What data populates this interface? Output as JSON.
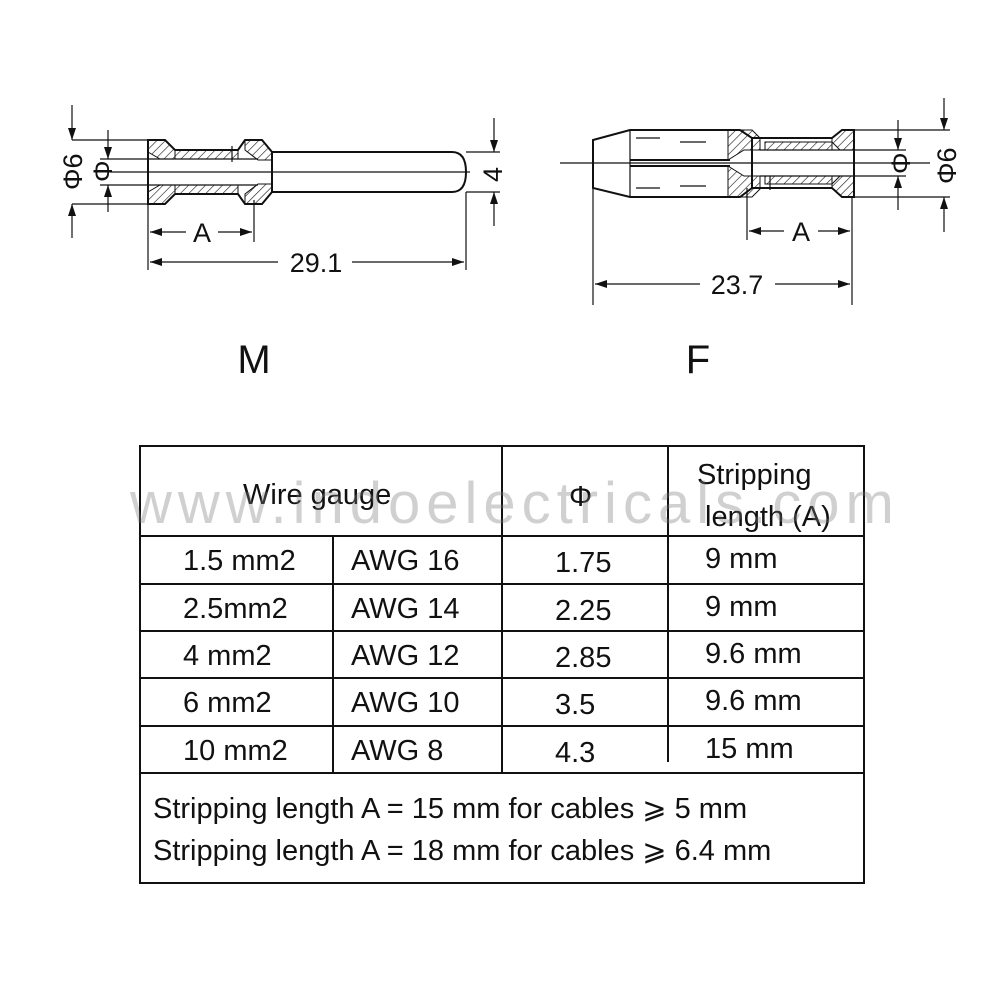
{
  "drawing": {
    "male": {
      "label": "M",
      "dim_outer": "Φ6",
      "dim_inner": "Φ",
      "dim_pin": "4",
      "dim_strip": "A",
      "dim_length": "29.1"
    },
    "female": {
      "label": "F",
      "dim_outer": "Φ6",
      "dim_inner": "Φ",
      "dim_strip": "A",
      "dim_length": "23.7"
    }
  },
  "table": {
    "headers": {
      "wire_gauge": "Wire gauge",
      "phi": "Φ",
      "stripping_line1": "Stripping",
      "stripping_line2": "length (A)"
    },
    "rows": [
      {
        "mm": "1.5 mm2",
        "awg": "AWG 16",
        "phi": "1.75",
        "strip": "9 mm"
      },
      {
        "mm": "2.5mm2",
        "awg": "AWG 14",
        "phi": "2.25",
        "strip": "9 mm"
      },
      {
        "mm": "4 mm2",
        "awg": "AWG 12",
        "phi": "2.85",
        "strip": "9.6 mm"
      },
      {
        "mm": "6 mm2",
        "awg": "AWG 10",
        "phi": "3.5",
        "strip": "9.6 mm"
      },
      {
        "mm": "10 mm2",
        "awg": "AWG 8",
        "phi": "4.3",
        "strip": "15 mm"
      }
    ],
    "notes": [
      "Stripping length A = 15 mm for cables ⩾ 5 mm",
      "Stripping length A = 18 mm for cables ⩾ 6.4 mm"
    ]
  },
  "watermark": "www.indoelectricals.com"
}
